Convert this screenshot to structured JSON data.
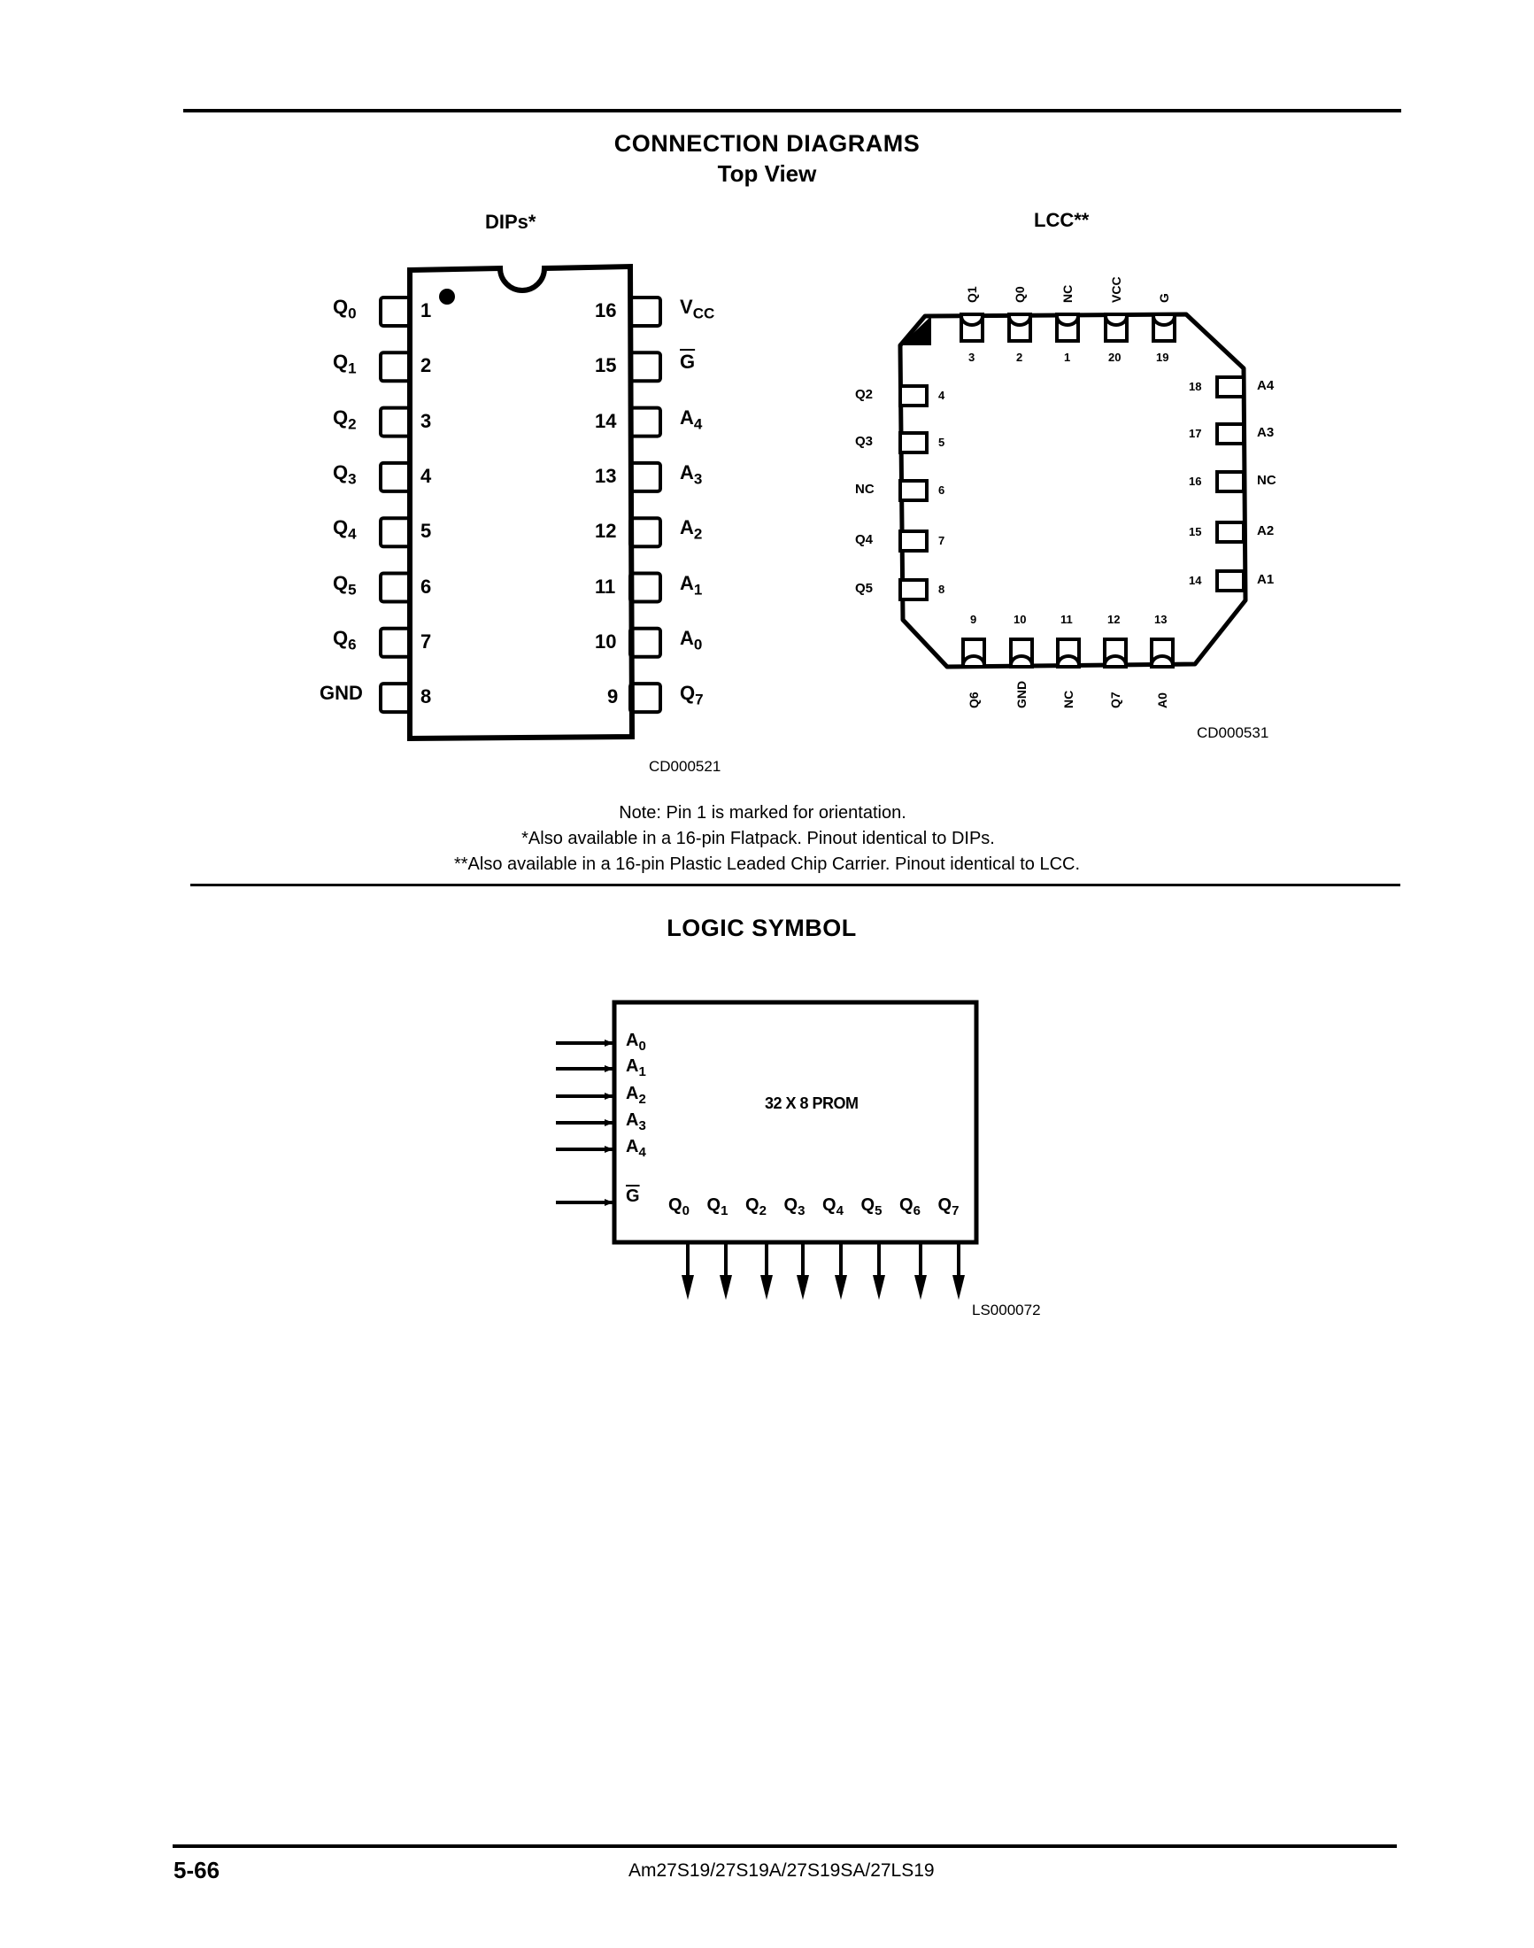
{
  "connection_section": {
    "title": "CONNECTION DIAGRAMS",
    "subtitle": "Top View",
    "dip": {
      "label": "DIPs*",
      "code": "CD000521",
      "left_pins": [
        {
          "num": "1",
          "name": "Q",
          "sub": "0"
        },
        {
          "num": "2",
          "name": "Q",
          "sub": "1"
        },
        {
          "num": "3",
          "name": "Q",
          "sub": "2"
        },
        {
          "num": "4",
          "name": "Q",
          "sub": "3"
        },
        {
          "num": "5",
          "name": "Q",
          "sub": "4"
        },
        {
          "num": "6",
          "name": "Q",
          "sub": "5"
        },
        {
          "num": "7",
          "name": "Q",
          "sub": "6"
        },
        {
          "num": "8",
          "name": "GND",
          "sub": ""
        }
      ],
      "right_pins": [
        {
          "num": "16",
          "name": "V",
          "sub": "CC"
        },
        {
          "num": "15",
          "name": "G",
          "sub": "",
          "overbar": true
        },
        {
          "num": "14",
          "name": "A",
          "sub": "4"
        },
        {
          "num": "13",
          "name": "A",
          "sub": "3"
        },
        {
          "num": "12",
          "name": "A",
          "sub": "2"
        },
        {
          "num": "11",
          "name": "A",
          "sub": "1"
        },
        {
          "num": "10",
          "name": "A",
          "sub": "0"
        },
        {
          "num": "9",
          "name": "Q",
          "sub": "7"
        }
      ]
    },
    "lcc": {
      "label": "LCC**",
      "code": "CD000531",
      "top_pins": [
        {
          "num": "3",
          "name": "Q1"
        },
        {
          "num": "2",
          "name": "Q0"
        },
        {
          "num": "1",
          "name": "NC"
        },
        {
          "num": "20",
          "name": "VCC"
        },
        {
          "num": "19",
          "name": "G"
        }
      ],
      "left_pins": [
        {
          "num": "4",
          "name": "Q2"
        },
        {
          "num": "5",
          "name": "Q3"
        },
        {
          "num": "6",
          "name": "NC"
        },
        {
          "num": "7",
          "name": "Q4"
        },
        {
          "num": "8",
          "name": "Q5"
        }
      ],
      "right_pins": [
        {
          "num": "18",
          "name": "A4"
        },
        {
          "num": "17",
          "name": "A3"
        },
        {
          "num": "16",
          "name": "NC"
        },
        {
          "num": "15",
          "name": "A2"
        },
        {
          "num": "14",
          "name": "A1"
        }
      ],
      "bottom_pins": [
        {
          "num": "9",
          "name": "Q6"
        },
        {
          "num": "10",
          "name": "GND"
        },
        {
          "num": "11",
          "name": "NC"
        },
        {
          "num": "12",
          "name": "Q7"
        },
        {
          "num": "13",
          "name": "A0"
        }
      ]
    },
    "notes": [
      "Note: Pin 1 is marked for orientation.",
      "*Also available in a 16-pin Flatpack. Pinout identical to DIPs.",
      "**Also available in a 16-pin Plastic Leaded Chip Carrier. Pinout identical to LCC."
    ]
  },
  "logic_section": {
    "title": "LOGIC SYMBOL",
    "block_label": "32 X 8 PROM",
    "inputs": [
      {
        "name": "A",
        "sub": "0"
      },
      {
        "name": "A",
        "sub": "1"
      },
      {
        "name": "A",
        "sub": "2"
      },
      {
        "name": "A",
        "sub": "3"
      },
      {
        "name": "A",
        "sub": "4"
      }
    ],
    "enable": {
      "name": "G",
      "overbar": true
    },
    "outputs": [
      {
        "name": "Q",
        "sub": "0"
      },
      {
        "name": "Q",
        "sub": "1"
      },
      {
        "name": "Q",
        "sub": "2"
      },
      {
        "name": "Q",
        "sub": "3"
      },
      {
        "name": "Q",
        "sub": "4"
      },
      {
        "name": "Q",
        "sub": "5"
      },
      {
        "name": "Q",
        "sub": "6"
      },
      {
        "name": "Q",
        "sub": "7"
      }
    ],
    "code": "LS000072"
  },
  "footer": {
    "page_number": "5-66",
    "part_numbers": "Am27S19/27S19A/27S19SA/27LS19"
  }
}
